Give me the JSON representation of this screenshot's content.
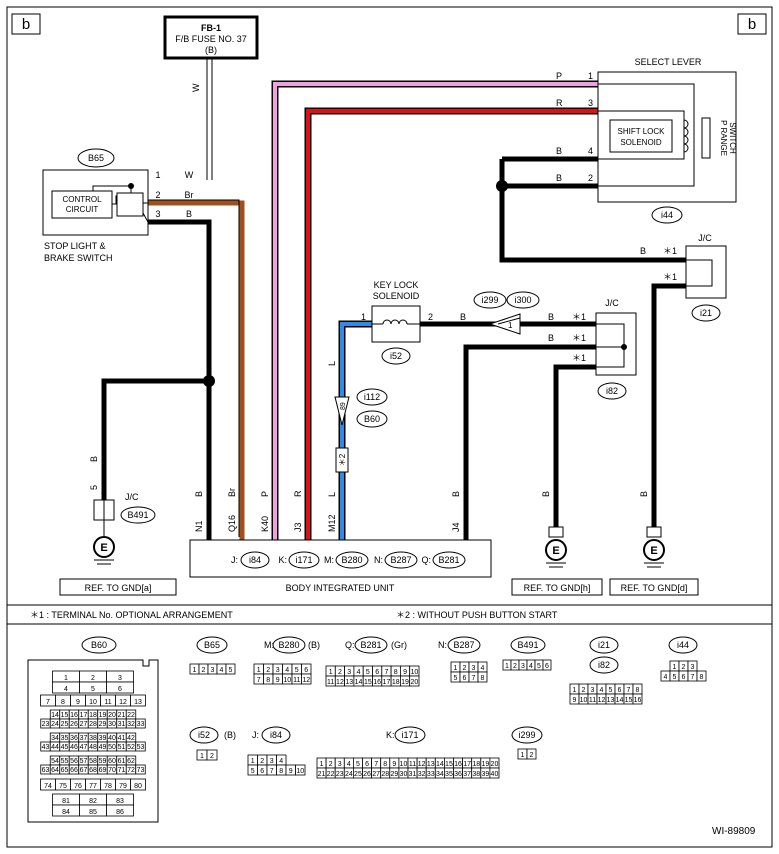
{
  "corner_label": "b",
  "fuse": {
    "line1": "FB-1",
    "line2": "F/B FUSE NO. 37",
    "line3": "(B)",
    "wire": "W"
  },
  "select_lever": {
    "title": "SELECT LEVER",
    "solenoid_l1": "SHIFT LOCK",
    "solenoid_l2": "SOLENOID",
    "switch_l1": "P RANGE",
    "switch_l2": "SWITCH",
    "conn": "i44",
    "pins": [
      {
        "pin": "1",
        "wire": "P"
      },
      {
        "pin": "3",
        "wire": "R"
      },
      {
        "pin": "4",
        "wire": "B"
      },
      {
        "pin": "2",
        "wire": "B"
      }
    ]
  },
  "stop_switch": {
    "conn": "B65",
    "ctrl_l1": "CONTROL",
    "ctrl_l2": "CIRCUIT",
    "label_l1": "STOP LIGHT &",
    "label_l2": "BRAKE SWITCH",
    "pins": [
      {
        "pin": "1",
        "wire": "W"
      },
      {
        "pin": "2",
        "wire": "Br"
      },
      {
        "pin": "3",
        "wire": "B"
      }
    ]
  },
  "key_lock": {
    "title_l1": "KEY LOCK",
    "title_l2": "SOLENOID",
    "pin1": "1",
    "pin2": "2",
    "wire2": "B",
    "conn": "i52"
  },
  "relay_conn": {
    "a": "i299",
    "b": "i300",
    "pin": "1",
    "wire": "B"
  },
  "jc": {
    "label": "J/C",
    "star1": "＊1",
    "conn_i21": "i21",
    "conn_i82": "i82",
    "conn_b491": "B491",
    "wire_b": "B",
    "pin5": "5"
  },
  "blue_line": {
    "wire": "L",
    "conn_a": "i112",
    "conn_b": "B60",
    "pin": "89",
    "star2": "＊2"
  },
  "biu": {
    "title": "BODY INTEGRATED UNIT",
    "pins": [
      {
        "pin": "N1",
        "wire": "B"
      },
      {
        "pin": "Q16",
        "wire": "Br"
      },
      {
        "pin": "K40",
        "wire": "P"
      },
      {
        "pin": "J3",
        "wire": "R"
      },
      {
        "pin": "M12",
        "wire": "L"
      },
      {
        "pin": "J4",
        "wire": "B"
      }
    ],
    "connectors": [
      {
        "prefix": "J:",
        "conn": "i84"
      },
      {
        "prefix": "K:",
        "conn": "i171"
      },
      {
        "prefix": "M:",
        "conn": "B280"
      },
      {
        "prefix": "N:",
        "conn": "B287"
      },
      {
        "prefix": "Q:",
        "conn": "B281"
      }
    ]
  },
  "grounds": {
    "ground_symbol": "E",
    "ref_a": "REF. TO GND[a]",
    "ref_h": "REF. TO GND[h]",
    "ref_d": "REF. TO GND[d]"
  },
  "notes": {
    "n1": "＊1 : TERMINAL No. OPTIONAL ARRANGEMENT",
    "n2": "＊2 : WITHOUT PUSH BUTTON START"
  },
  "connector_views": {
    "b60_rows": [
      [
        "1",
        "2",
        "3"
      ],
      [
        "4",
        "5",
        "6"
      ],
      [
        "7",
        "8",
        "9",
        "10",
        "11",
        "12",
        "13"
      ],
      [
        "14",
        "15",
        "16",
        "17",
        "18",
        "19",
        "20",
        "21",
        "22"
      ],
      [
        "23",
        "24",
        "25",
        "26",
        "27",
        "28",
        "29",
        "30",
        "31",
        "32",
        "33"
      ],
      [
        "34",
        "35",
        "36",
        "37",
        "38",
        "39",
        "40",
        "41",
        "42"
      ],
      [
        "43",
        "44",
        "45",
        "46",
        "47",
        "48",
        "49",
        "50",
        "51",
        "52",
        "53"
      ],
      [
        "54",
        "55",
        "56",
        "57",
        "58",
        "59",
        "60",
        "61",
        "62"
      ],
      [
        "63",
        "64",
        "65",
        "66",
        "67",
        "68",
        "69",
        "70",
        "71",
        "72",
        "73"
      ],
      [
        "74",
        "75",
        "76",
        "77",
        "78",
        "79",
        "80"
      ],
      [
        "81",
        "82",
        "83"
      ],
      [
        "84",
        "85",
        "86"
      ]
    ],
    "b65_label": "B65",
    "b65_cells": [
      "1",
      "2",
      "3",
      "4",
      "5"
    ],
    "b280_prefix": "M:",
    "b280_label": "B280",
    "b280_suffix": "(B)",
    "b280_rows": [
      [
        "1",
        "2",
        "3",
        "4",
        "5",
        "6"
      ],
      [
        "7",
        "8",
        "9",
        "10",
        "11",
        "12"
      ]
    ],
    "b281_prefix": "Q:",
    "b281_label": "B281",
    "b281_suffix": "(Gr)",
    "b281_rows": [
      [
        "1",
        "2",
        "3",
        "4",
        "5",
        "6",
        "7",
        "8",
        "9",
        "10"
      ],
      [
        "11",
        "12",
        "13",
        "14",
        "15",
        "16",
        "17",
        "18",
        "19",
        "20"
      ]
    ],
    "b287_prefix": "N:",
    "b287_label": "B287",
    "b287_rows": [
      [
        "1",
        "2",
        "3",
        "4"
      ],
      [
        "5",
        "6",
        "7",
        "8"
      ]
    ],
    "b491_label": "B491",
    "b491_cells": [
      "1",
      "2",
      "3",
      "4",
      "5",
      "6"
    ],
    "i21_label": "i21",
    "i82_label": "i82",
    "i21_rows": [
      [
        "1",
        "2",
        "3",
        "4",
        "5",
        "6",
        "7",
        "8"
      ],
      [
        "9",
        "10",
        "11",
        "12",
        "13",
        "14",
        "15",
        "16"
      ]
    ],
    "i44_label": "i44",
    "i44_rows": [
      [
        "1",
        "2",
        "3"
      ],
      [
        "4",
        "5",
        "6",
        "7",
        "8"
      ]
    ],
    "i52_label": "i52",
    "i52_suffix": "(B)",
    "i52_cells": [
      "1",
      "2"
    ],
    "i84_prefix": "J:",
    "i84_label": "i84",
    "i84_rows": [
      [
        "1",
        "2",
        "3",
        "4"
      ],
      [
        "5",
        "6",
        "7",
        "8",
        "9",
        "10"
      ]
    ],
    "i171_prefix": "K:",
    "i171_label": "i171",
    "i171_rows": [
      [
        "1",
        "2",
        "3",
        "4",
        "5",
        "6",
        "7",
        "8",
        "9",
        "10",
        "11",
        "12",
        "13",
        "14",
        "15",
        "16",
        "17",
        "18",
        "19",
        "20"
      ],
      [
        "21",
        "22",
        "23",
        "24",
        "25",
        "26",
        "27",
        "28",
        "29",
        "30",
        "31",
        "32",
        "33",
        "34",
        "35",
        "36",
        "37",
        "38",
        "39",
        "40"
      ]
    ],
    "i299_label": "i299",
    "i299_cells": [
      "1",
      "2"
    ]
  },
  "figure_id": "WI-89809",
  "colors": {
    "pink": "#f0a0e0",
    "red": "#e01010",
    "brown": "#a0501e",
    "blue": "#2e8be6",
    "black": "#000000"
  }
}
